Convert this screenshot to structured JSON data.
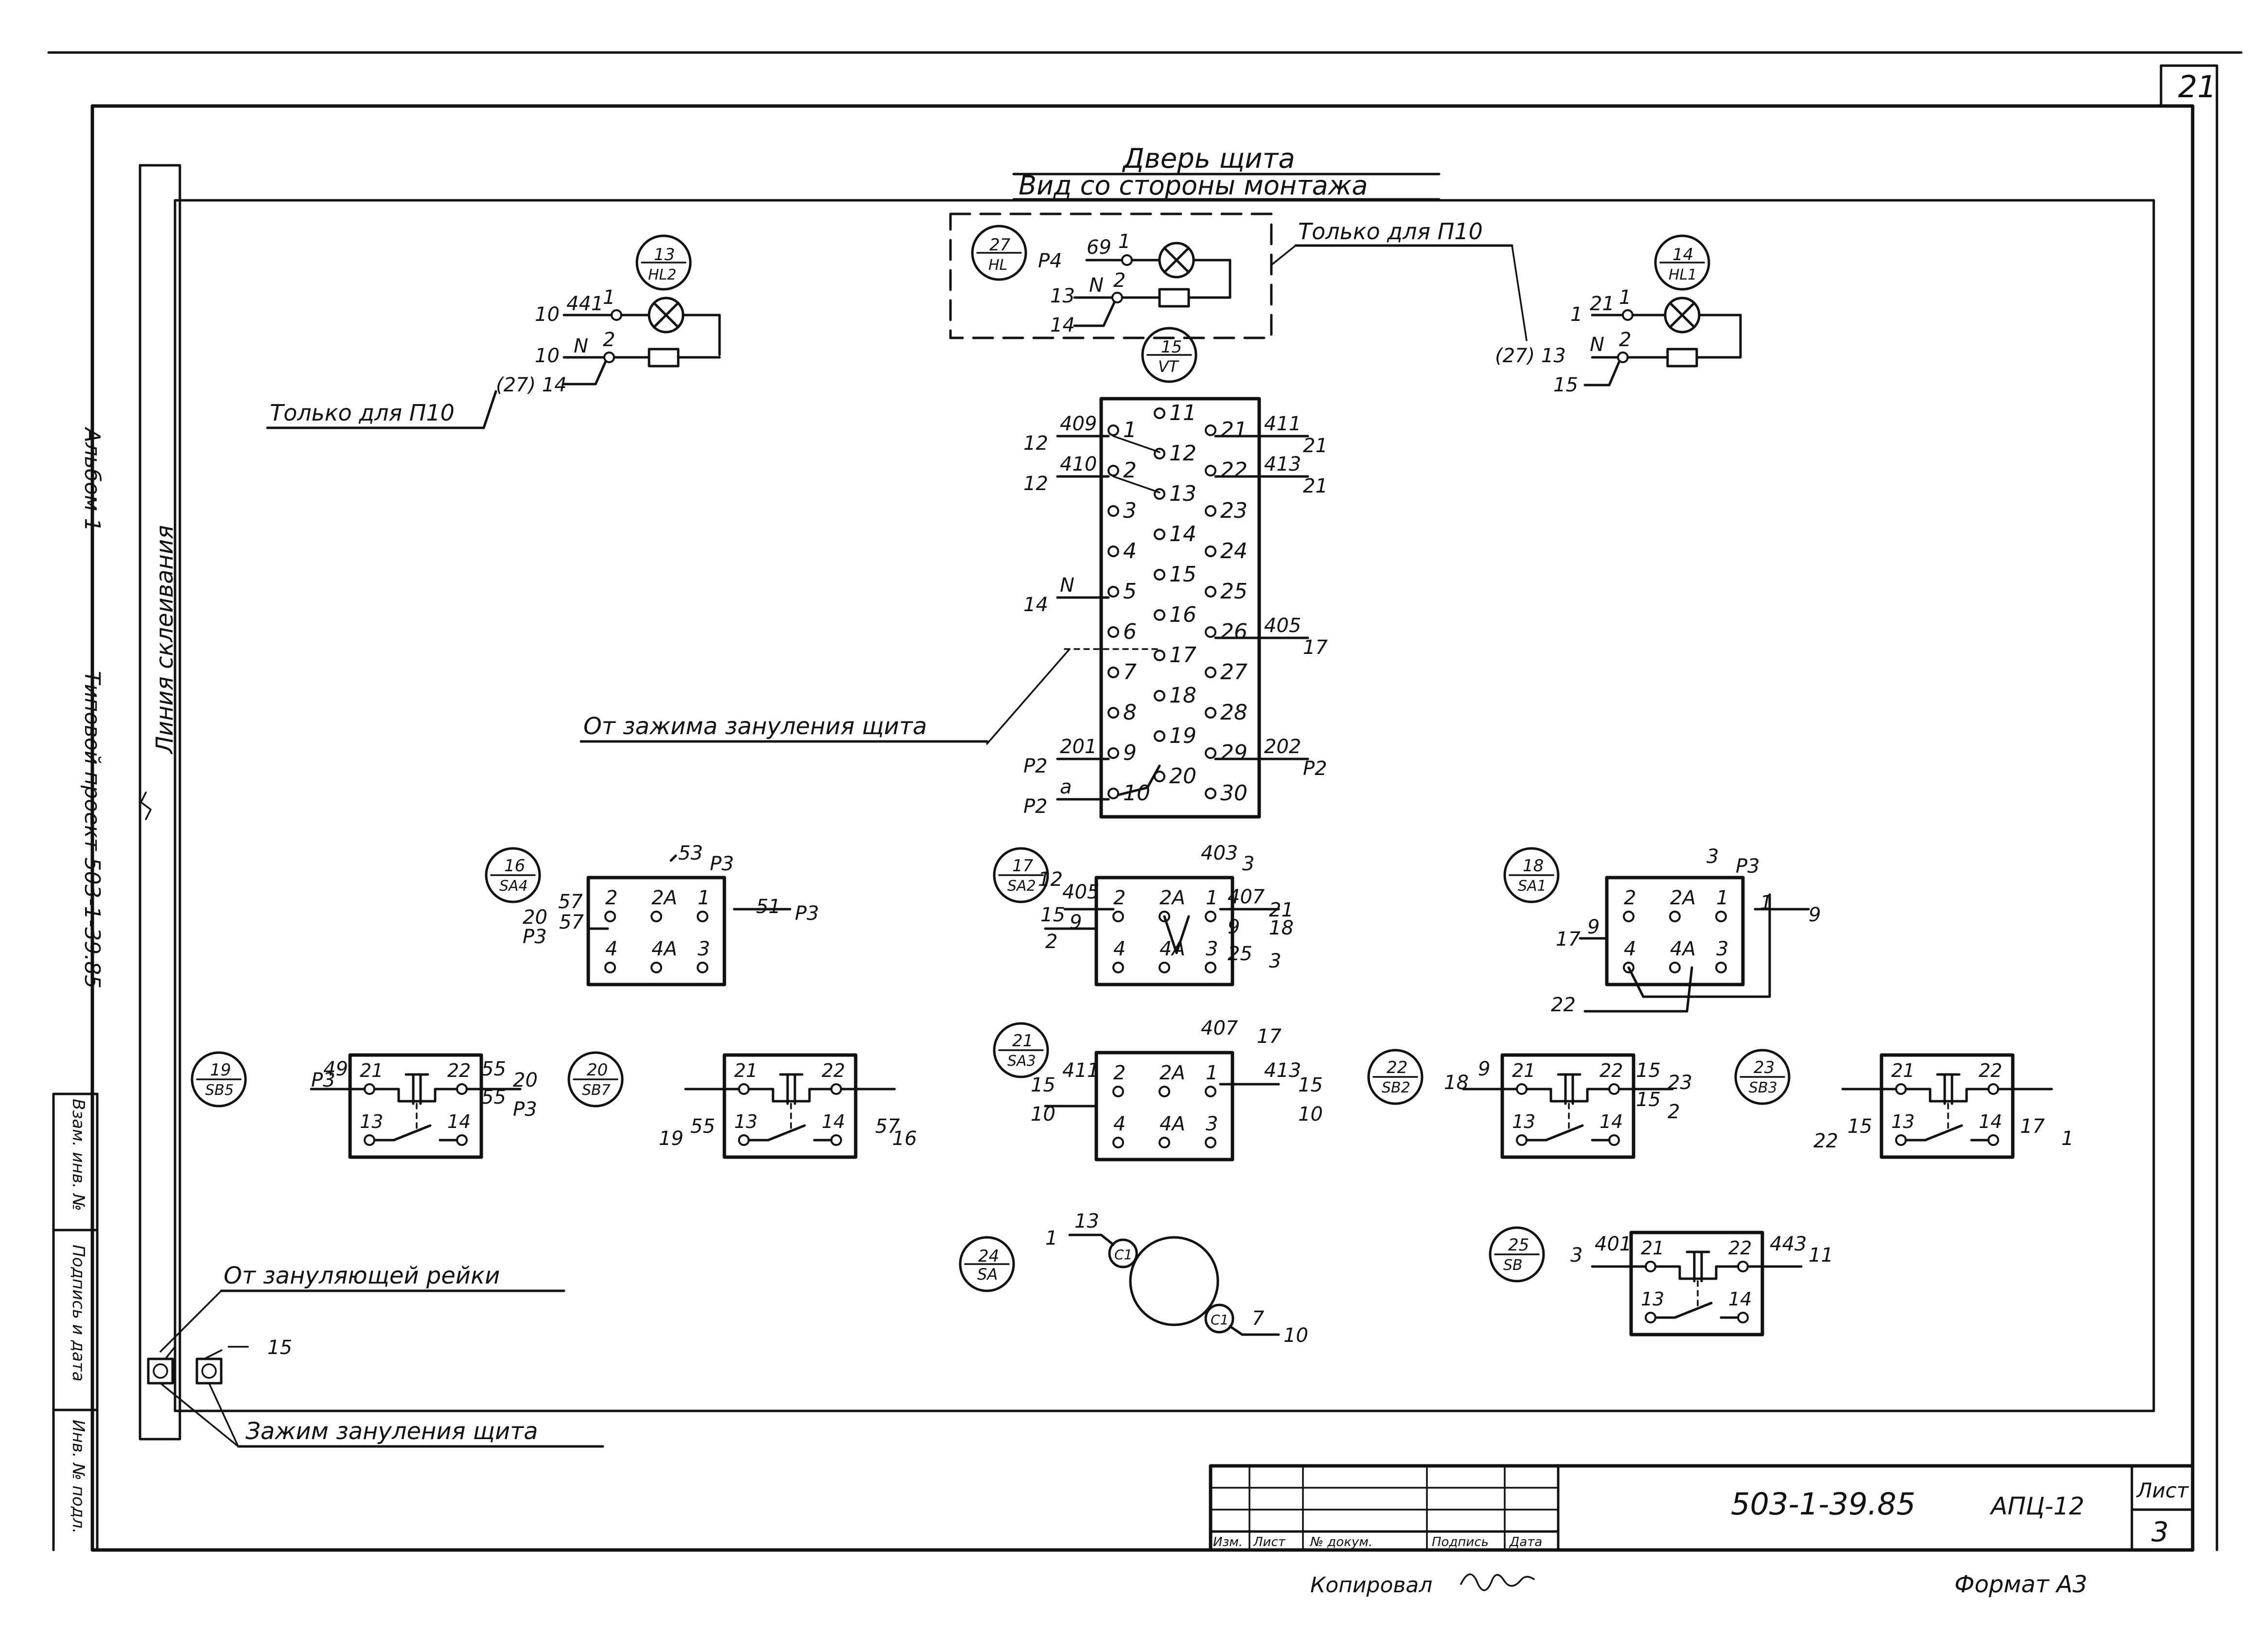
{
  "sheet_corner_number": "21",
  "header": {
    "line1": "Дверь щита",
    "line2": "Вид со стороны монтажа"
  },
  "left_margin": {
    "album": "Альбом 1",
    "project": "Типовой проект 503-1-39.85",
    "gluing_line": "Линия склеивания",
    "stamp_cols": [
      "Взам. инв. №",
      "Подпись и дата",
      "Инв. № подл."
    ]
  },
  "only_p10": "Только для П10",
  "lamp_hl2": {
    "tag": "13",
    "name": "HL2",
    "wires": [
      {
        "left": "10",
        "mark": "441",
        "pin": "1"
      },
      {
        "left": "10",
        "mark": "N",
        "pin": "2"
      },
      {
        "left": "(27) 14",
        "mark": "",
        "pin": ""
      }
    ]
  },
  "lamp_hl": {
    "tag": "27",
    "name": "HL",
    "wires": [
      {
        "left": "Р4",
        "mark": "69",
        "pin": "1"
      },
      {
        "left": "13",
        "mark": "N",
        "pin": "2"
      },
      {
        "left": "14",
        "mark": "",
        "pin": ""
      }
    ]
  },
  "lamp_hl1": {
    "tag": "14",
    "name": "HL1",
    "wires": [
      {
        "left": "1",
        "mark": "21",
        "pin": "1"
      },
      {
        "left": "(27) 13",
        "mark": "N",
        "pin": "2"
      },
      {
        "left": "15",
        "mark": "",
        "pin": ""
      }
    ]
  },
  "terminal_block": {
    "tag": "15",
    "name": "VT",
    "left_col": [
      "1",
      "2",
      "3",
      "4",
      "5",
      "6",
      "7",
      "8",
      "9",
      "10"
    ],
    "mid_col": [
      "11",
      "12",
      "13",
      "14",
      "15",
      "16",
      "17",
      "18",
      "19",
      "20"
    ],
    "right_col": [
      "21",
      "22",
      "23",
      "24",
      "25",
      "26",
      "27",
      "28",
      "29",
      "30"
    ],
    "left_wires": [
      {
        "row": 0,
        "far": "12",
        "mark": "409"
      },
      {
        "row": 1,
        "far": "12",
        "mark": "410"
      },
      {
        "row": 4,
        "far": "14",
        "mark": "N"
      },
      {
        "row": 8,
        "far": "Р2",
        "mark": "201"
      },
      {
        "row": 9,
        "far": "Р2",
        "mark": "a"
      }
    ],
    "right_wires": [
      {
        "row": 0,
        "mark": "411",
        "far": "21"
      },
      {
        "row": 1,
        "mark": "413",
        "far": "21"
      },
      {
        "row": 5,
        "mark": "405",
        "far": "17"
      },
      {
        "row": 8,
        "mark": "202",
        "far": "Р2"
      }
    ],
    "note": "От зажима зануления щита"
  },
  "switches": [
    {
      "tag": "16",
      "name": "SA4",
      "pins_top": [
        "2",
        "2A",
        "1"
      ],
      "pins_bot": [
        "4",
        "4A",
        "3"
      ],
      "labels": [
        "53",
        "Р3",
        "57",
        "20",
        "57",
        "Р3",
        "51",
        "Р3"
      ]
    },
    {
      "tag": "17",
      "name": "SA2",
      "pins_top": [
        "2",
        "2A",
        "1"
      ],
      "pins_bot": [
        "4",
        "4A",
        "3"
      ],
      "labels": [
        "403",
        "3",
        "12",
        "405",
        "15",
        "9",
        "2",
        "407",
        "21",
        "9",
        "18",
        "25",
        "3"
      ]
    },
    {
      "tag": "18",
      "name": "SA1",
      "pins_top": [
        "2",
        "2A",
        "1"
      ],
      "pins_bot": [
        "4",
        "4A",
        "3"
      ],
      "labels": [
        "3",
        "Р3",
        "1",
        "9",
        "9",
        "17",
        "22"
      ]
    },
    {
      "tag": "21",
      "name": "SA3",
      "pins_top": [
        "2",
        "2A",
        "1"
      ],
      "pins_bot": [
        "4",
        "4A",
        "3"
      ],
      "labels": [
        "407",
        "17",
        "411",
        "15",
        "10",
        "413",
        "15",
        "10"
      ]
    }
  ],
  "buttons": [
    {
      "tag": "19",
      "name": "SB5",
      "pins": [
        "21",
        "22",
        "13",
        "14"
      ],
      "labels": [
        "Р3",
        "49",
        "55",
        "20",
        "55",
        "Р3"
      ]
    },
    {
      "tag": "20",
      "name": "SB7",
      "pins": [
        "21",
        "22",
        "13",
        "14"
      ],
      "labels": [
        "19",
        "55",
        "57",
        "16"
      ]
    },
    {
      "tag": "22",
      "name": "SB2",
      "pins": [
        "21",
        "22",
        "13",
        "14"
      ],
      "labels": [
        "18",
        "9",
        "15",
        "23",
        "15",
        "2"
      ]
    },
    {
      "tag": "23",
      "name": "SB3",
      "pins": [
        "21",
        "22",
        "13",
        "14"
      ],
      "labels": [
        "22",
        "15",
        "17",
        "1"
      ]
    },
    {
      "tag": "25",
      "name": "SB",
      "pins": [
        "21",
        "22",
        "13",
        "14"
      ],
      "labels": [
        "3",
        "401",
        "443",
        "11"
      ]
    }
  ],
  "selector_sa": {
    "tag": "24",
    "name": "SA",
    "labels": [
      "1",
      "13",
      "C1",
      "C1",
      "7",
      "10"
    ]
  },
  "ground": {
    "rail_note": "От зануляющей рейки",
    "clamp_note": "Зажим зануления щита",
    "wire": "15"
  },
  "title_block": {
    "code": "503-1-39.85",
    "doc": "АПЦ-12",
    "sheet_label": "Лист",
    "sheet": "3",
    "cols": [
      "Изм.",
      "Лист",
      "№ докум.",
      "Подпись",
      "Дата"
    ]
  },
  "footer": {
    "copied": "Копировал",
    "format": "Формат А3"
  }
}
